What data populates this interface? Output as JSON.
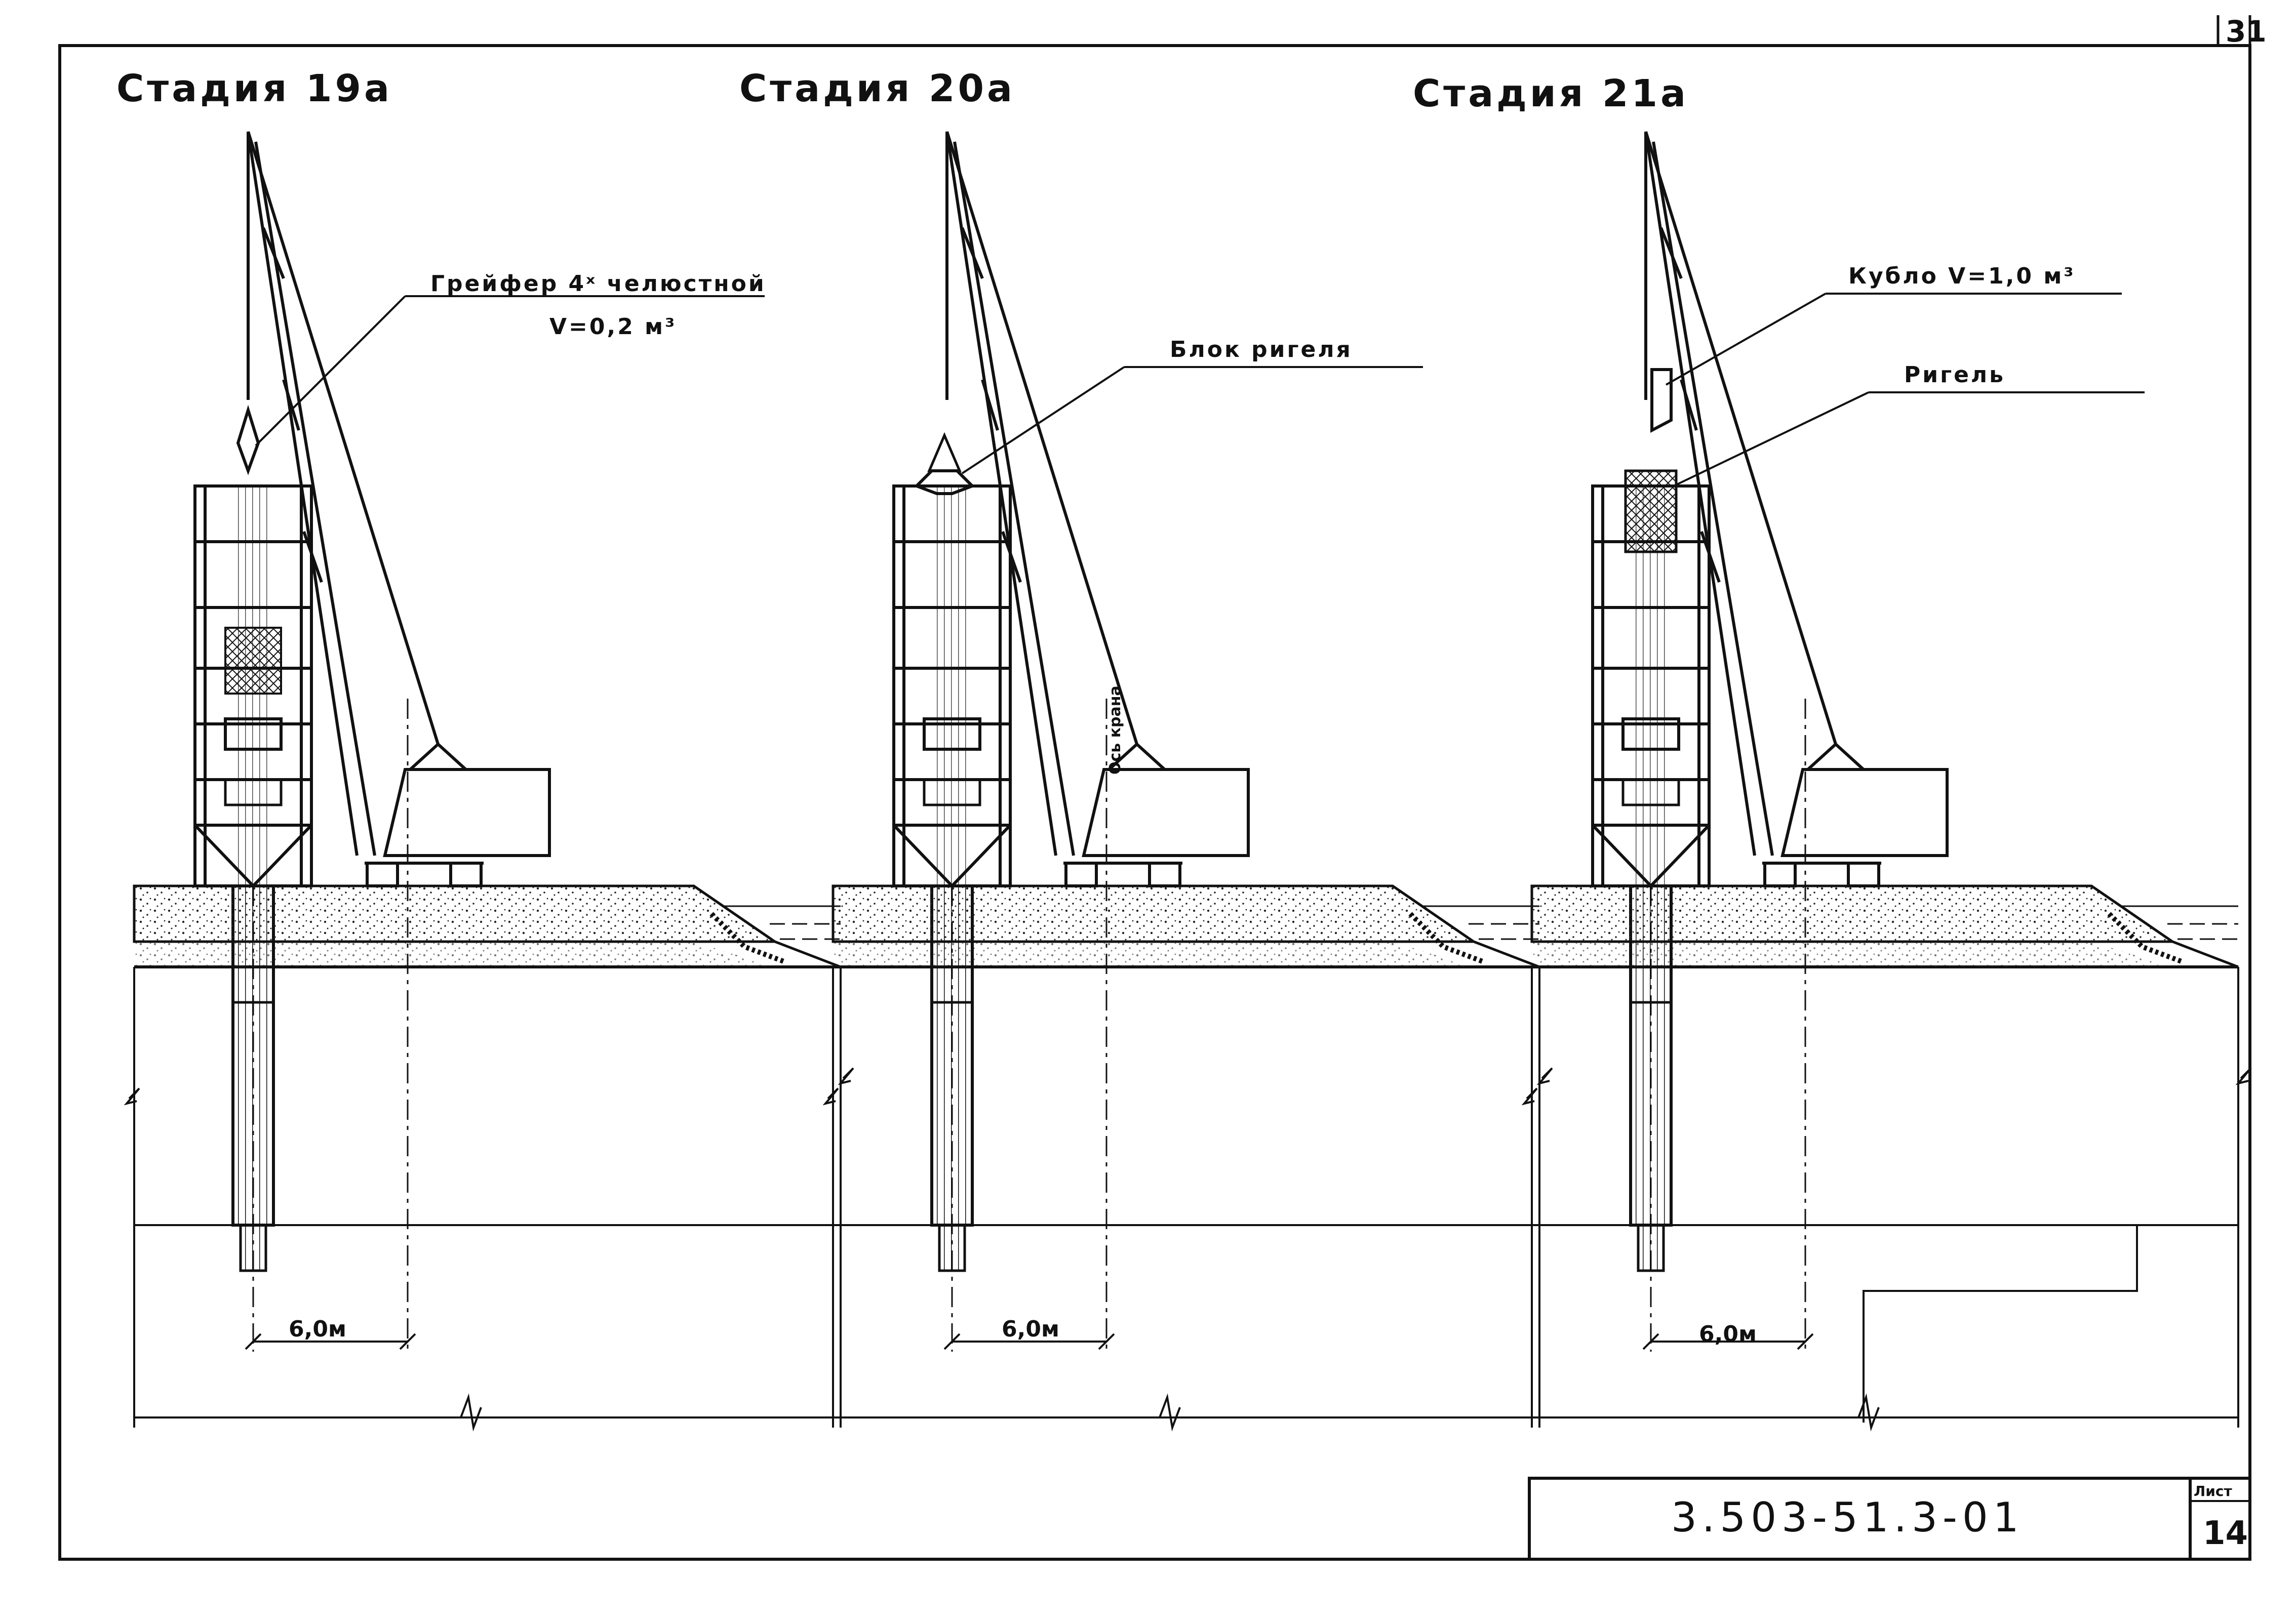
{
  "page_number": "31",
  "stages": [
    {
      "title": "Стадия 19а",
      "callouts": [
        "Грейфер 4ˣ челюстной",
        "V=0,2 м³"
      ],
      "dimension": "6,0м"
    },
    {
      "title": "Стадия 20а",
      "callouts": [
        "Блок ригеля"
      ],
      "axis_label": "Ось крана",
      "dimension": "6,0м"
    },
    {
      "title": "Стадия 21а",
      "callouts": [
        "Кубло V=1,0 м³",
        "Ригель"
      ],
      "dimension": "6,0м"
    }
  ],
  "title_block": {
    "document_code": "3.503-51.3-01",
    "sheet_label": "Лист",
    "sheet_number": "14"
  }
}
